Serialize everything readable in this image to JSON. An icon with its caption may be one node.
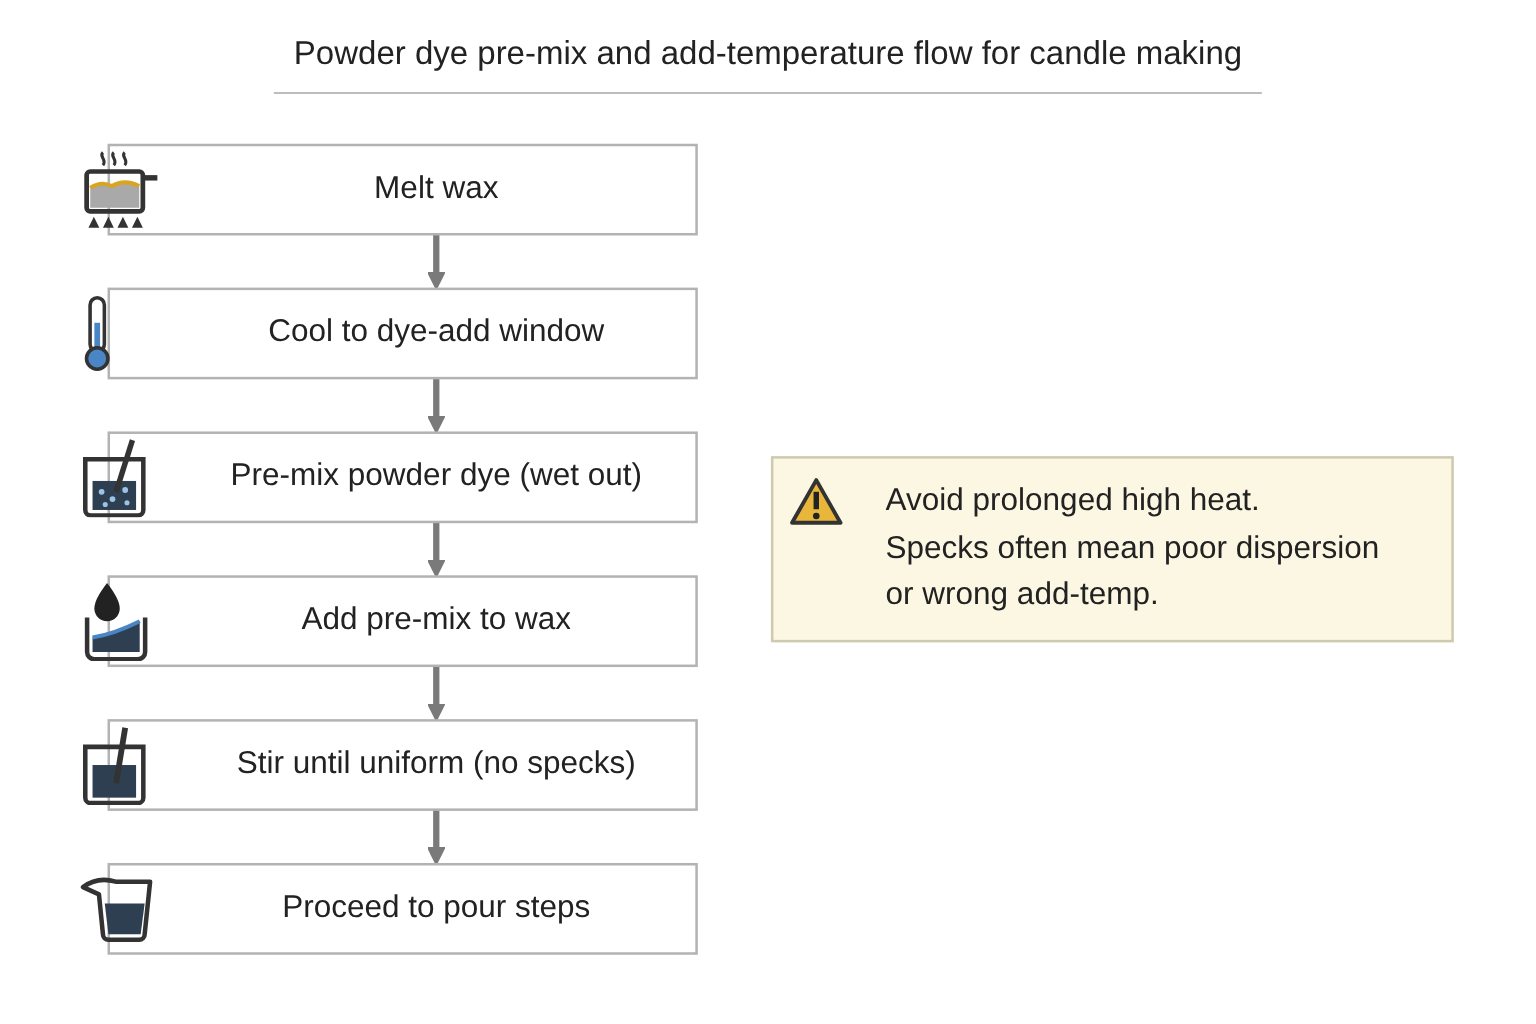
{
  "diagram": {
    "title": "Powder dye pre-mix and add-temperature flow for candle making",
    "nodes": [
      {
        "text": [
          "Melt wax"
        ]
      },
      {
        "text": [
          "Cool to dye-add window"
        ]
      },
      {
        "text": [
          "Pre-mix powder dye (wet out)"
        ]
      },
      {
        "text": [
          "Add pre-mix to wax"
        ]
      },
      {
        "text": [
          "Stir until uniform (no specks)"
        ]
      },
      {
        "text": [
          "Proceed to pour steps"
        ]
      },
      {
        "text": [
          "Avoid prolonged high heat.",
          "Specks often mean poor dispersion or wrong add-temp."
        ]
      }
    ],
    "edges": [
      {
        "from": 0,
        "to": 1,
        "arrow": "to"
      },
      {
        "from": 1,
        "to": 2,
        "arrow": "to"
      },
      {
        "from": 2,
        "to": 3,
        "arrow": "to"
      },
      {
        "from": 3,
        "to": 4,
        "arrow": "to"
      },
      {
        "from": 4,
        "to": 5,
        "arrow": "to"
      }
    ]
  }
}
